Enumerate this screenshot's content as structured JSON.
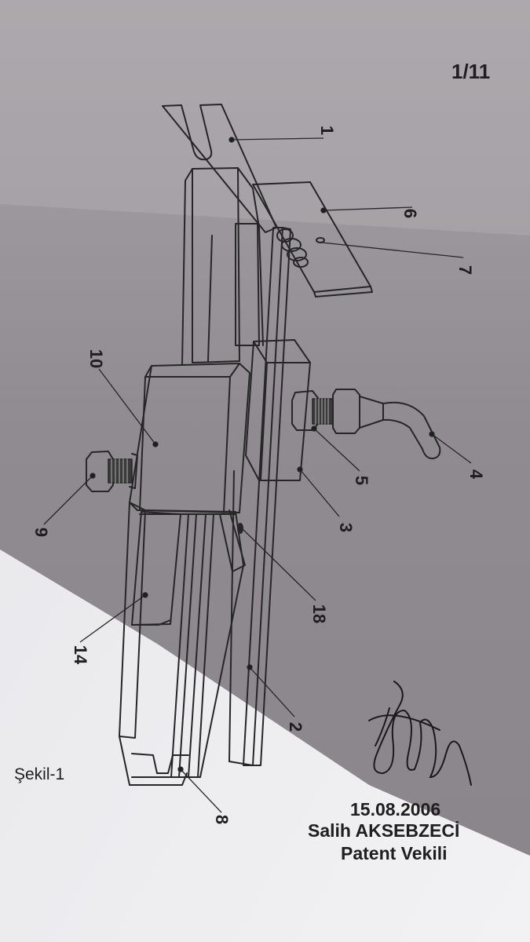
{
  "sheet": {
    "page_number": "1/11",
    "figure_caption": "Şekil-1",
    "date": "15.08.2006",
    "attorney_name": "Salih AKSEBZECİ",
    "attorney_title": "Patent Vekili"
  },
  "callouts": {
    "c1": "1",
    "c2": "2",
    "c3": "3",
    "c4": "4",
    "c5": "5",
    "c6": "6",
    "c7": "7",
    "c8": "8",
    "c9": "9",
    "c10": "10",
    "c14": "14",
    "c18": "18"
  },
  "colors": {
    "paper_shadow": "#8f8b90",
    "paper_light": "#ebebee",
    "ink": "#1e1e1e"
  }
}
